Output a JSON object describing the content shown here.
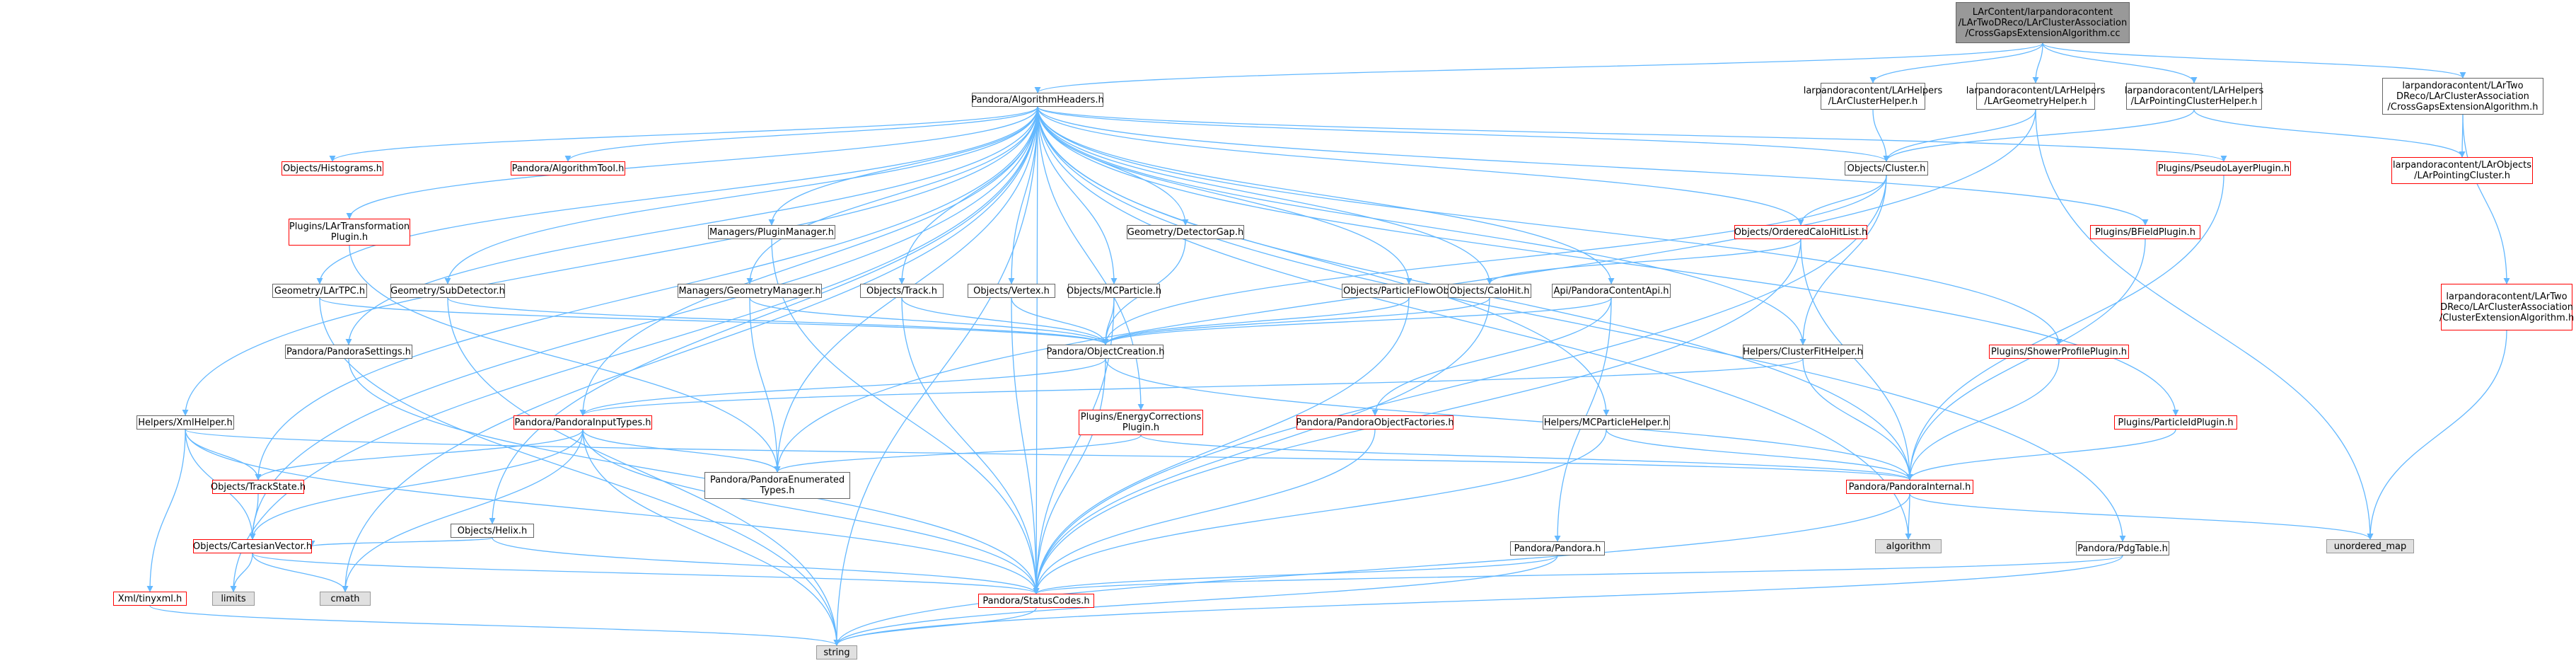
{
  "colors": {
    "edge": "#63b8ff",
    "link_border": "#666666",
    "missing_border": "#ff0000",
    "root_fill": "#999999",
    "sys_fill": "#e0e0e0"
  },
  "nodes": [
    {
      "id": "root",
      "label": "LArContent/larpandoracontent\n/LArTwoDReco/LArClusterAssociation\n/CrossGapsExtensionAlgorithm.cc",
      "kind": "root"
    },
    {
      "id": "algh",
      "label": "Pandora/AlgorithmHeaders.h",
      "kind": "link"
    },
    {
      "id": "cluh",
      "label": "larpandoracontent/LArHelpers\n/LArClusterHelper.h",
      "kind": "link"
    },
    {
      "id": "geoh",
      "label": "larpandoracontent/LArHelpers\n/LArGeometryHelper.h",
      "kind": "link"
    },
    {
      "id": "pch",
      "label": "larpandoracontent/LArHelpers\n/LArPointingClusterHelper.h",
      "kind": "link"
    },
    {
      "id": "cea",
      "label": "larpandoracontent/LArTwo\nDReco/LArClusterAssociation\n/CrossGapsExtensionAlgorithm.h",
      "kind": "link"
    },
    {
      "id": "hist",
      "label": "Objects/Histograms.h",
      "kind": "missing"
    },
    {
      "id": "atool",
      "label": "Pandora/AlgorithmTool.h",
      "kind": "missing"
    },
    {
      "id": "ocl",
      "label": "Objects/Cluster.h",
      "kind": "link"
    },
    {
      "id": "pseudo",
      "label": "Plugins/PseudoLayerPlugin.h",
      "kind": "missing"
    },
    {
      "id": "lpc",
      "label": "larpandoracontent/LArObjects\n/LArPointingCluster.h",
      "kind": "missing"
    },
    {
      "id": "ltrans",
      "label": "Plugins/LArTransformation\nPlugin.h",
      "kind": "missing"
    },
    {
      "id": "plugm",
      "label": "Managers/PluginManager.h",
      "kind": "link"
    },
    {
      "id": "dgap",
      "label": "Geometry/DetectorGap.h",
      "kind": "link"
    },
    {
      "id": "ochl",
      "label": "Objects/OrderedCaloHitList.h",
      "kind": "missing"
    },
    {
      "id": "bfield",
      "label": "Plugins/BFieldPlugin.h",
      "kind": "missing"
    },
    {
      "id": "ltpc",
      "label": "Geometry/LArTPC.h",
      "kind": "link"
    },
    {
      "id": "subdet",
      "label": "Geometry/SubDetector.h",
      "kind": "link"
    },
    {
      "id": "geom",
      "label": "Managers/GeometryManager.h",
      "kind": "link"
    },
    {
      "id": "otrack",
      "label": "Objects/Track.h",
      "kind": "link"
    },
    {
      "id": "overt",
      "label": "Objects/Vertex.h",
      "kind": "link"
    },
    {
      "id": "omcp",
      "label": "Objects/MCParticle.h",
      "kind": "link"
    },
    {
      "id": "opfo",
      "label": "Objects/ParticleFlowObject.h",
      "kind": "link"
    },
    {
      "id": "ocalo",
      "label": "Objects/CaloHit.h",
      "kind": "link"
    },
    {
      "id": "api",
      "label": "Api/PandoraContentApi.h",
      "kind": "link"
    },
    {
      "id": "ext",
      "label": "larpandoracontent/LArTwo\nDReco/LArClusterAssociation\n/ClusterExtensionAlgorithm.h",
      "kind": "missing"
    },
    {
      "id": "pset",
      "label": "Pandora/PandoraSettings.h",
      "kind": "link"
    },
    {
      "id": "ocre",
      "label": "Pandora/ObjectCreation.h",
      "kind": "link"
    },
    {
      "id": "cfit",
      "label": "Helpers/ClusterFitHelper.h",
      "kind": "link"
    },
    {
      "id": "shower",
      "label": "Plugins/ShowerProfilePlugin.h",
      "kind": "missing"
    },
    {
      "id": "xml",
      "label": "Helpers/XmlHelper.h",
      "kind": "link"
    },
    {
      "id": "pinput",
      "label": "Pandora/PandoraInputTypes.h",
      "kind": "missing"
    },
    {
      "id": "encorr",
      "label": "Plugins/EnergyCorrections\nPlugin.h",
      "kind": "missing"
    },
    {
      "id": "pobjf",
      "label": "Pandora/PandoraObjectFactories.h",
      "kind": "missing"
    },
    {
      "id": "mchelp",
      "label": "Helpers/MCParticleHelper.h",
      "kind": "link"
    },
    {
      "id": "pid",
      "label": "Plugins/ParticleIdPlugin.h",
      "kind": "missing"
    },
    {
      "id": "otrst",
      "label": "Objects/TrackState.h",
      "kind": "missing"
    },
    {
      "id": "penum",
      "label": "Pandora/PandoraEnumerated\nTypes.h",
      "kind": "link"
    },
    {
      "id": "pint",
      "label": "Pandora/PandoraInternal.h",
      "kind": "missing"
    },
    {
      "id": "ohelix",
      "label": "Objects/Helix.h",
      "kind": "link"
    },
    {
      "id": "algo",
      "label": "algorithm",
      "kind": "system"
    },
    {
      "id": "umap",
      "label": "unordered_map",
      "kind": "system"
    },
    {
      "id": "ocv",
      "label": "Objects/CartesianVector.h",
      "kind": "missing"
    },
    {
      "id": "pand",
      "label": "Pandora/Pandora.h",
      "kind": "link"
    },
    {
      "id": "pdg",
      "label": "Pandora/PdgTable.h",
      "kind": "link"
    },
    {
      "id": "limits",
      "label": "limits",
      "kind": "system"
    },
    {
      "id": "cmath",
      "label": "cmath",
      "kind": "system"
    },
    {
      "id": "xmltiny",
      "label": "Xml/tinyxml.h",
      "kind": "missing"
    },
    {
      "id": "pstat",
      "label": "Pandora/StatusCodes.h",
      "kind": "missing"
    },
    {
      "id": "string",
      "label": "string",
      "kind": "system"
    }
  ],
  "edges": [
    [
      "root",
      "algh"
    ],
    [
      "root",
      "cluh"
    ],
    [
      "root",
      "geoh"
    ],
    [
      "root",
      "pch"
    ],
    [
      "root",
      "cea"
    ],
    [
      "algh",
      "hist"
    ],
    [
      "algh",
      "atool"
    ],
    [
      "algh",
      "ltrans"
    ],
    [
      "algh",
      "plugm"
    ],
    [
      "algh",
      "dgap"
    ],
    [
      "algh",
      "ltpc"
    ],
    [
      "algh",
      "subdet"
    ],
    [
      "algh",
      "geom"
    ],
    [
      "algh",
      "otrack"
    ],
    [
      "algh",
      "overt"
    ],
    [
      "algh",
      "omcp"
    ],
    [
      "algh",
      "opfo"
    ],
    [
      "algh",
      "ocalo"
    ],
    [
      "algh",
      "api"
    ],
    [
      "algh",
      "ocl"
    ],
    [
      "algh",
      "ochl"
    ],
    [
      "algh",
      "pseudo"
    ],
    [
      "algh",
      "bfield"
    ],
    [
      "algh",
      "shower"
    ],
    [
      "algh",
      "pid"
    ],
    [
      "algh",
      "pset"
    ],
    [
      "algh",
      "cfit"
    ],
    [
      "algh",
      "xml"
    ],
    [
      "algh",
      "pinput"
    ],
    [
      "algh",
      "encorr"
    ],
    [
      "algh",
      "mchelp"
    ],
    [
      "algh",
      "otrst"
    ],
    [
      "algh",
      "ohelix"
    ],
    [
      "algh",
      "ocv"
    ],
    [
      "algh",
      "pint"
    ],
    [
      "algh",
      "algo"
    ],
    [
      "algh",
      "pdg"
    ],
    [
      "algh",
      "limits"
    ],
    [
      "algh",
      "cmath"
    ],
    [
      "algh",
      "string"
    ],
    [
      "algh",
      "penum"
    ],
    [
      "algh",
      "pstat"
    ],
    [
      "cluh",
      "ocl"
    ],
    [
      "geoh",
      "ocl"
    ],
    [
      "geoh",
      "penum"
    ],
    [
      "geoh",
      "umap"
    ],
    [
      "pch",
      "ocl"
    ],
    [
      "pch",
      "lpc"
    ],
    [
      "cea",
      "lpc"
    ],
    [
      "cea",
      "ext"
    ],
    [
      "ext",
      "umap"
    ],
    [
      "ocl",
      "ochl"
    ],
    [
      "ocl",
      "cfit"
    ],
    [
      "ocl",
      "ocre"
    ],
    [
      "ocl",
      "pstat"
    ],
    [
      "ochl",
      "ocalo"
    ],
    [
      "ochl",
      "pint"
    ],
    [
      "ochl",
      "pstat"
    ],
    [
      "pseudo",
      "pint"
    ],
    [
      "bfield",
      "pint"
    ],
    [
      "shower",
      "pint"
    ],
    [
      "pid",
      "pint"
    ],
    [
      "ltrans",
      "penum"
    ],
    [
      "plugm",
      "pstat"
    ],
    [
      "dgap",
      "ocre"
    ],
    [
      "ltpc",
      "ocre"
    ],
    [
      "ltpc",
      "string"
    ],
    [
      "subdet",
      "ocre"
    ],
    [
      "subdet",
      "string"
    ],
    [
      "geom",
      "ocre"
    ],
    [
      "geom",
      "penum"
    ],
    [
      "otrack",
      "ocre"
    ],
    [
      "otrack",
      "pstat"
    ],
    [
      "overt",
      "ocre"
    ],
    [
      "overt",
      "pstat"
    ],
    [
      "omcp",
      "ocre"
    ],
    [
      "omcp",
      "pstat"
    ],
    [
      "opfo",
      "ocre"
    ],
    [
      "opfo",
      "pstat"
    ],
    [
      "ocalo",
      "ocre"
    ],
    [
      "ocalo",
      "pstat"
    ],
    [
      "api",
      "ocre"
    ],
    [
      "api",
      "pobjf"
    ],
    [
      "api",
      "pand"
    ],
    [
      "pset",
      "pstat"
    ],
    [
      "ocre",
      "pinput"
    ],
    [
      "ocre",
      "pint"
    ],
    [
      "ocre",
      "pstat"
    ],
    [
      "cfit",
      "pint"
    ],
    [
      "cfit",
      "pinput"
    ],
    [
      "pinput",
      "otrst"
    ],
    [
      "pinput",
      "ocv"
    ],
    [
      "pinput",
      "penum"
    ],
    [
      "pinput",
      "pstat"
    ],
    [
      "pinput",
      "cmath"
    ],
    [
      "pinput",
      "string"
    ],
    [
      "encorr",
      "penum"
    ],
    [
      "encorr",
      "pint"
    ],
    [
      "pobjf",
      "pstat"
    ],
    [
      "mchelp",
      "pint"
    ],
    [
      "mchelp",
      "pstat"
    ],
    [
      "xml",
      "otrst"
    ],
    [
      "xml",
      "ocv"
    ],
    [
      "xml",
      "pint"
    ],
    [
      "xml",
      "xmltiny"
    ],
    [
      "xml",
      "pstat"
    ],
    [
      "otrst",
      "ocv"
    ],
    [
      "ohelix",
      "ocv"
    ],
    [
      "ohelix",
      "pstat"
    ],
    [
      "ocv",
      "pstat"
    ],
    [
      "ocv",
      "limits"
    ],
    [
      "ocv",
      "cmath"
    ],
    [
      "pint",
      "algo"
    ],
    [
      "pint",
      "umap"
    ],
    [
      "pint",
      "string"
    ],
    [
      "pand",
      "pstat"
    ],
    [
      "pand",
      "string"
    ],
    [
      "pdg",
      "pstat"
    ],
    [
      "pdg",
      "string"
    ],
    [
      "xmltiny",
      "string"
    ],
    [
      "pstat",
      "string"
    ]
  ]
}
